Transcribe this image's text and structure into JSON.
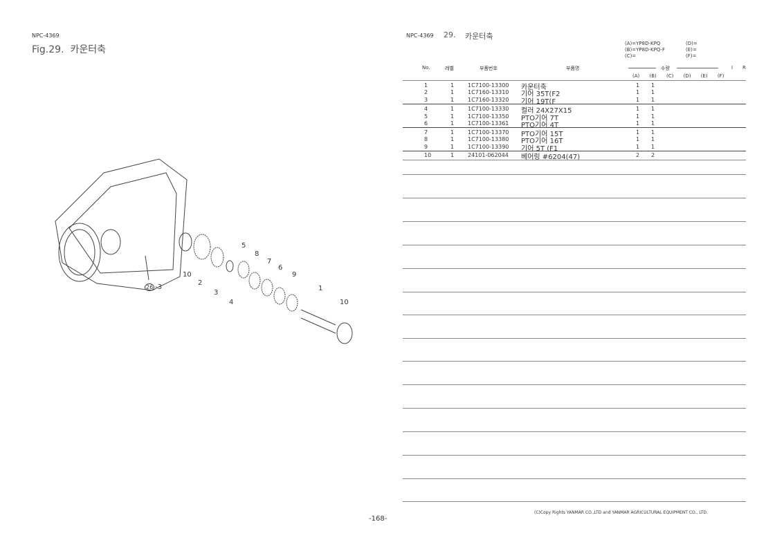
{
  "left": {
    "code": "NPC-4369",
    "fig": "Fig.29.",
    "title": "카운터축",
    "callouts": [
      "5",
      "8",
      "7",
      "6",
      "9",
      "1",
      "10",
      "10",
      "2",
      "3",
      "4",
      "26",
      "-3"
    ]
  },
  "right": {
    "code": "NPC-4369",
    "num": "29.",
    "title": "카운터축",
    "models": [
      "(A)=YP8D-KPQ",
      "(B)=YP8D-KPQ-F",
      "(C)=",
      "(D)=",
      "(E)=",
      "(F)="
    ],
    "headers": {
      "no": "No.",
      "level": "레벨",
      "part_no": "부품번호",
      "part_name": "부품명",
      "qty": "수량",
      "i": "I",
      "r": "R",
      "cols": [
        "(A)",
        "(B)",
        "(C)",
        "(D)",
        "(E)",
        "(F)"
      ]
    },
    "rows": [
      {
        "no": "1",
        "lv": "1",
        "pn": "1C7100-13300",
        "name": "카운터축",
        "a": "1",
        "b": "1"
      },
      {
        "no": "2",
        "lv": "1",
        "pn": "1C7160-13310",
        "name": "기어 35T(F2",
        "a": "1",
        "b": "1"
      },
      {
        "no": "3",
        "lv": "1",
        "pn": "1C7160-13320",
        "name": "기어 19T(F",
        "a": "1",
        "b": "1"
      },
      {
        "no": "4",
        "lv": "1",
        "pn": "1C7100-13330",
        "name": "컬러 24X27X15",
        "a": "1",
        "b": "1"
      },
      {
        "no": "5",
        "lv": "1",
        "pn": "1C7100-13350",
        "name": "PTO기어 7T",
        "a": "1",
        "b": "1"
      },
      {
        "no": "6",
        "lv": "1",
        "pn": "1C7100-13361",
        "name": "PTO기어 4T",
        "a": "1",
        "b": "1"
      },
      {
        "no": "7",
        "lv": "1",
        "pn": "1C7100-13370",
        "name": "PTO기어 15T",
        "a": "1",
        "b": "1"
      },
      {
        "no": "8",
        "lv": "1",
        "pn": "1C7100-13380",
        "name": "PTO기어 16T",
        "a": "1",
        "b": "1"
      },
      {
        "no": "9",
        "lv": "1",
        "pn": "1C7100-13390",
        "name": "기어 5T (F1",
        "a": "1",
        "b": "1"
      },
      {
        "no": "10",
        "lv": "1",
        "pn": "24101-062044",
        "name": "베어링 #6204(47)",
        "a": "2",
        "b": "2"
      }
    ]
  },
  "footer": {
    "page": "-168-",
    "copyright": "(C)Copy Rights YANMAR CO.,LTD and YANMAR AGRICULTURAL EQUIPMENT CO., LTD."
  }
}
